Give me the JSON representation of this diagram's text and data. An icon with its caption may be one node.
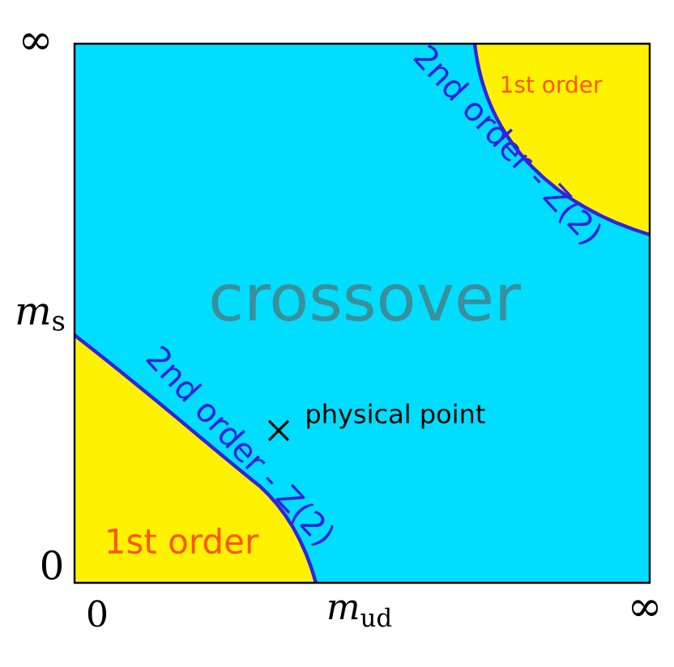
{
  "diagram": {
    "labels": [
      "∞",
      "1st order",
      "2nd order - Z(2)",
      "crossover",
      "*m*$_{s}$",
      "2nd order - Z(2)",
      "physical point",
      "0",
      "1st order",
      "0",
      "*m*$_{ud}$",
      "∞"
    ]
  }
}
